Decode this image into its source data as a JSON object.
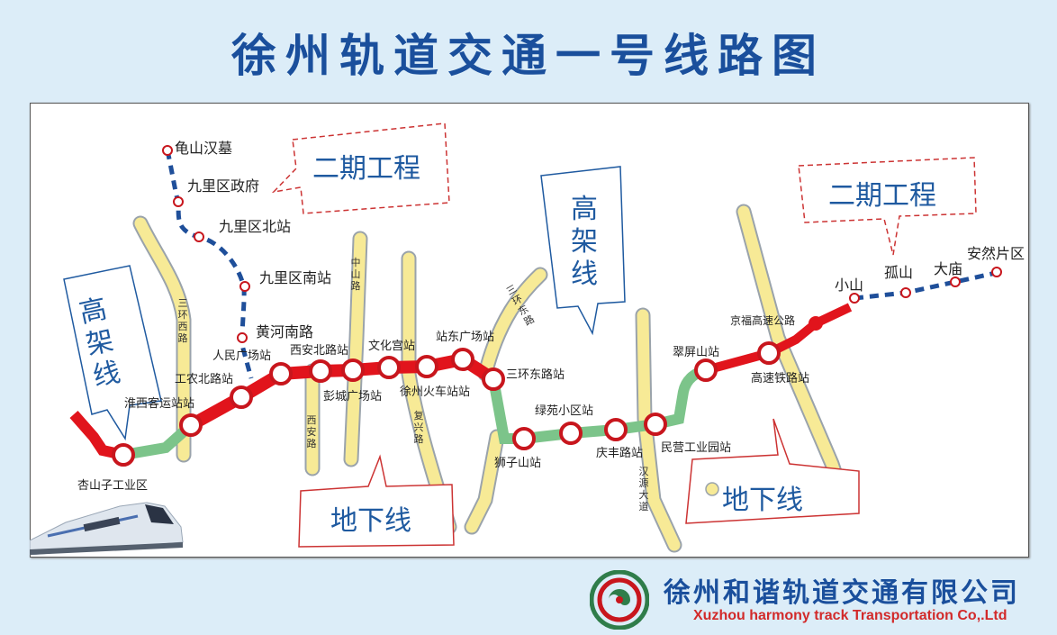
{
  "title": "徐州轨道交通一号线路图",
  "colors": {
    "background": "#dcedf8",
    "title": "#1a4f9c",
    "elevated_line": "#e1141c",
    "underground_line": "#7cc48a",
    "phase2_line": "#1f4f9a",
    "road": "#f7ea96",
    "road_border": "#9aa3ab",
    "callout_blue": "#1f5aa0",
    "callout_red": "#cc3333"
  },
  "callouts": {
    "elevated_left": "高架线",
    "elevated_center": "高架线",
    "phase2_left": "二期工程",
    "phase2_right": "二期工程",
    "underground_center": "地下线",
    "underground_right": "地下线"
  },
  "phase2_west_stations": [
    "龟山汉墓",
    "九里区政府",
    "九里区北站",
    "九里区南站",
    "黄河南路"
  ],
  "main_stations": [
    "杏山子工业区",
    "淮西客运站站",
    "工农北路站",
    "人民广场站",
    "西安北路站",
    "彭城广场站",
    "文化宫站",
    "徐州火车站站",
    "站东广场站",
    "三环东路站",
    "狮子山站",
    "绿苑小区站",
    "庆丰路站",
    "民营工业园站",
    "翠屏山站",
    "高速铁路站",
    "京福高速公路",
    "小山"
  ],
  "phase2_east_stations": [
    "小山",
    "孤山",
    "大庙",
    "安然片区"
  ],
  "roads": [
    "三环西路",
    "西安路",
    "中山路",
    "复兴路",
    "三环东路",
    "汉源大道"
  ],
  "footer": {
    "company_cn": "徐州和谐轨道交通有限公司",
    "company_en": "Xuzhou harmony track Transportation Co,.Ltd"
  }
}
